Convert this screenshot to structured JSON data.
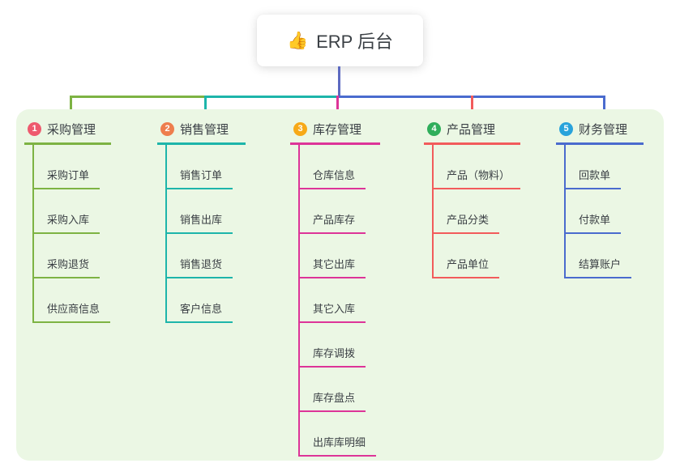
{
  "root": {
    "icon": "👍",
    "title": "ERP 后台"
  },
  "panel_color": "#ebf7e4",
  "connector_colors": {
    "stem": "#5d6ac1"
  },
  "branches": [
    {
      "number": "1",
      "title": "采购管理",
      "badge_color": "#ee5a6e",
      "line_color": "#7db343",
      "children": [
        "采购订单",
        "采购入库",
        "采购退货",
        "供应商信息"
      ]
    },
    {
      "number": "2",
      "title": "销售管理",
      "badge_color": "#ee7e4d",
      "line_color": "#1db5aa",
      "children": [
        "销售订单",
        "销售出库",
        "销售退货",
        "客户信息"
      ]
    },
    {
      "number": "3",
      "title": "库存管理",
      "badge_color": "#f7a918",
      "line_color": "#dd3498",
      "children": [
        "仓库信息",
        "产品库存",
        "其它出库",
        "其它入库",
        "库存调拨",
        "库存盘点",
        "出库库明细"
      ]
    },
    {
      "number": "4",
      "title": "产品管理",
      "badge_color": "#2fae5b",
      "line_color": "#f25b5b",
      "children": [
        "产品（物料）",
        "产品分类",
        "产品单位"
      ]
    },
    {
      "number": "5",
      "title": "财务管理",
      "badge_color": "#29a3db",
      "line_color": "#4a6bce",
      "children": [
        "回款单",
        "付款单",
        "结算账户"
      ]
    }
  ]
}
